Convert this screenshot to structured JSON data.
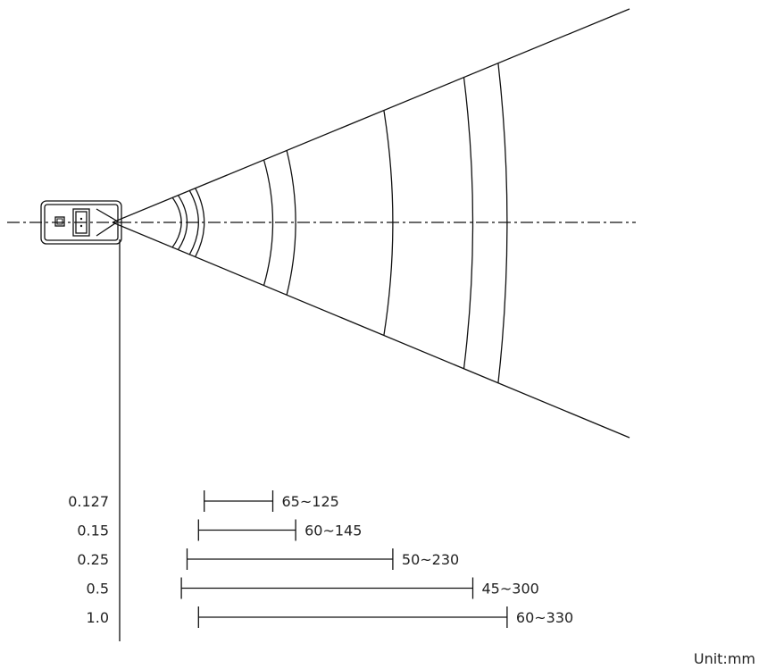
{
  "diagram": {
    "unit_label": "Unit:mm",
    "ranges": [
      {
        "resolution": "0.127",
        "min": 65,
        "max": 125,
        "range_label": "65~125"
      },
      {
        "resolution": "0.15",
        "min": 60,
        "max": 145,
        "range_label": "60~145"
      },
      {
        "resolution": "0.25",
        "min": 50,
        "max": 230,
        "range_label": "50~230"
      },
      {
        "resolution": "0.5",
        "min": 45,
        "max": 300,
        "range_label": "45~300"
      },
      {
        "resolution": "1.0",
        "min": 60,
        "max": 330,
        "range_label": "60~330"
      }
    ],
    "colors": {
      "line": "#111111",
      "text": "#222222"
    }
  }
}
